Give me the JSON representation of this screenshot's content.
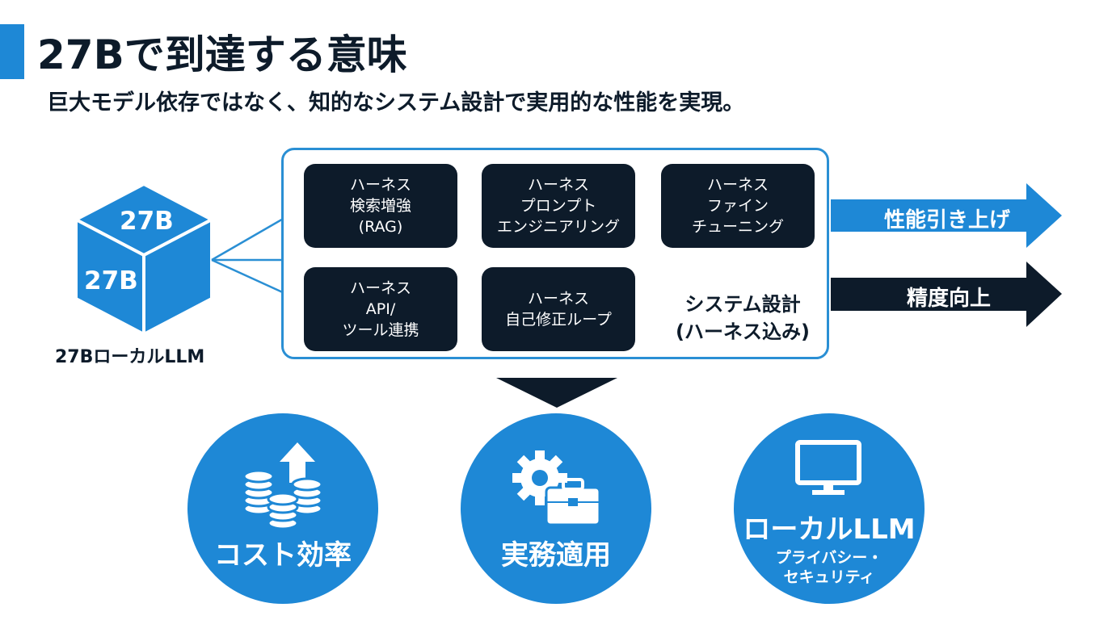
{
  "header": {
    "title": "27Bで到達する意味",
    "subtitle": "巨大モデル依存ではなく、知的なシステム設計で実用的な性能を実現。"
  },
  "model": {
    "cube_top_label": "27B",
    "cube_front_label": "27B",
    "caption": "27BローカルLLM"
  },
  "harnesses": [
    {
      "lines": [
        "ハーネス",
        "検索増強",
        "(RAG)"
      ]
    },
    {
      "lines": [
        "ハーネス",
        "プロンプト",
        "エンジニアリング"
      ]
    },
    {
      "lines": [
        "ハーネス",
        "ファイン",
        "チューニング"
      ]
    },
    {
      "lines": [
        "ハーネス",
        "API/",
        "ツール連携"
      ]
    },
    {
      "lines": [
        "ハーネス",
        "自己修正ループ"
      ]
    }
  ],
  "system": {
    "label_line1": "システム設計",
    "label_line2": "(ハーネス込み)"
  },
  "outcomes": {
    "arrow1": "性能引き上げ",
    "arrow2": "精度向上"
  },
  "benefits": [
    {
      "label": "コスト効率",
      "icon": "coin-stacks-up-arrow-icon"
    },
    {
      "label": "実務適用",
      "icon": "gear-briefcase-icon"
    },
    {
      "label": "ローカルLLM",
      "sub1": "プライバシー・",
      "sub2": "セキュリティ",
      "icon": "monitor-icon"
    }
  ],
  "colors": {
    "accent_blue": "#1e88d6",
    "dark_navy": "#0d1b2a",
    "line_blue": "#2a8fd4"
  }
}
